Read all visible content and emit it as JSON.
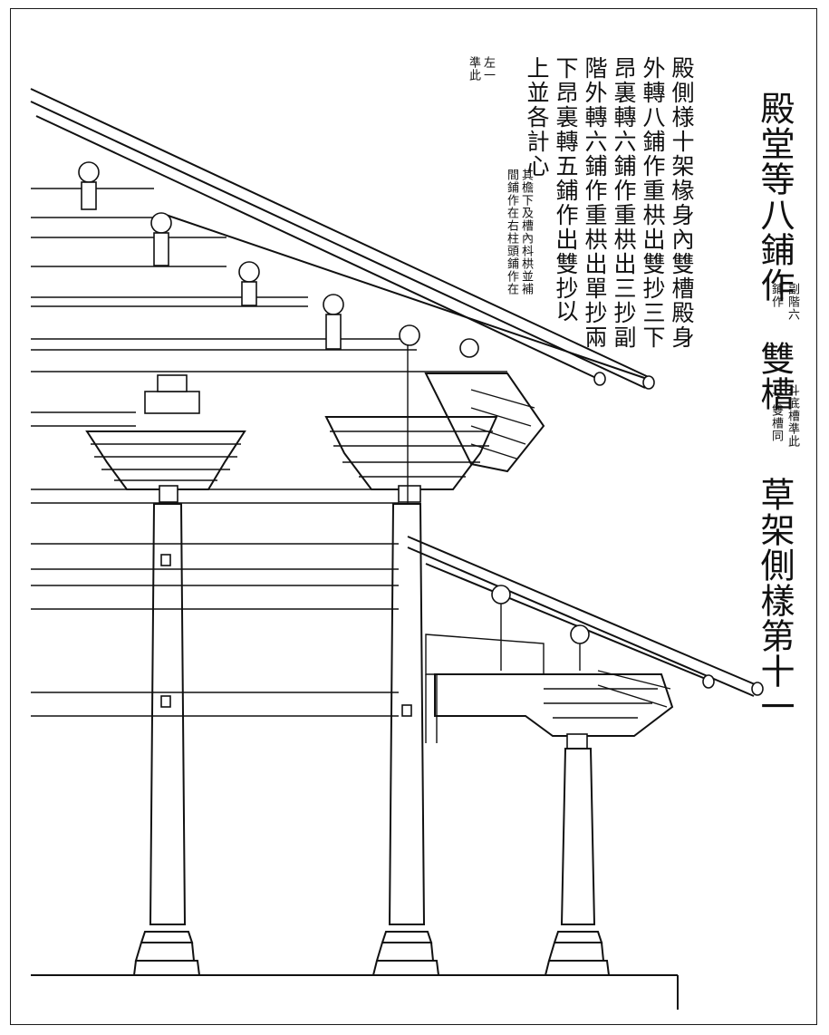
{
  "title": {
    "main1": "殿堂等八鋪作",
    "note1a": "副階六",
    "note1b": "鋪作",
    "main2": "雙槽",
    "note2a": "斗底槽準此",
    "note2b": "下雙槽同",
    "main3": "草架側樣第十一"
  },
  "description": {
    "line1": "殿側様十架椽身內雙槽殿身",
    "line2": "外轉八鋪作重栱出雙抄三下",
    "line3": "昂裏轉六鋪作重栱出三抄副",
    "line4": "階外轉六鋪作重栱出單抄兩",
    "line5": "下昂裏轉五鋪作出雙抄",
    "line5b": "以",
    "line6": "上並各計心",
    "note6a": "其檐下及槽內枓栱並補",
    "note6b": "間鋪作在右柱頭鋪作在",
    "note7a": "左一",
    "note7b": "準此"
  }
}
